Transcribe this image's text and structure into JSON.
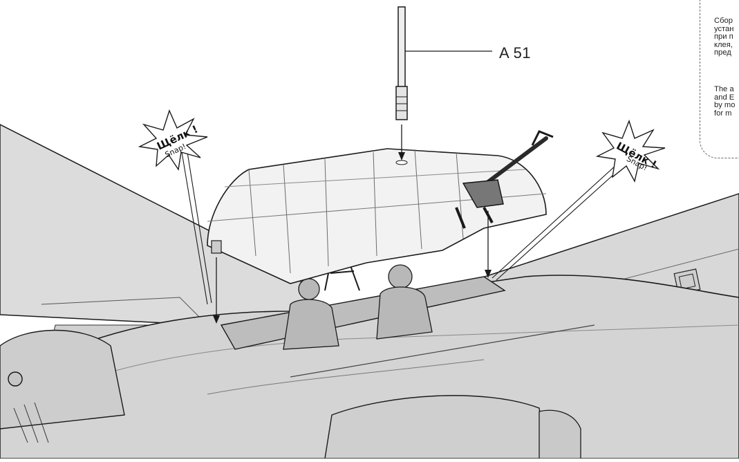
{
  "part_label": "A 51",
  "snap_callouts": [
    {
      "main": "Щёлк !",
      "sub": "Snap!"
    },
    {
      "main": "Щёлк !",
      "sub": "Snap!"
    }
  ],
  "instruction_note": {
    "ru_lines": [
      "Сбор",
      "устан",
      "при п",
      "клея,",
      "пред"
    ],
    "en_lines": [
      "The a",
      "and E",
      "by mo",
      "for m"
    ]
  },
  "colors": {
    "plane_fill": "#d9d9d9",
    "plane_shade": "#c4c4c4",
    "line": "#1a1a1a",
    "canopy": "#f2f2f2"
  }
}
